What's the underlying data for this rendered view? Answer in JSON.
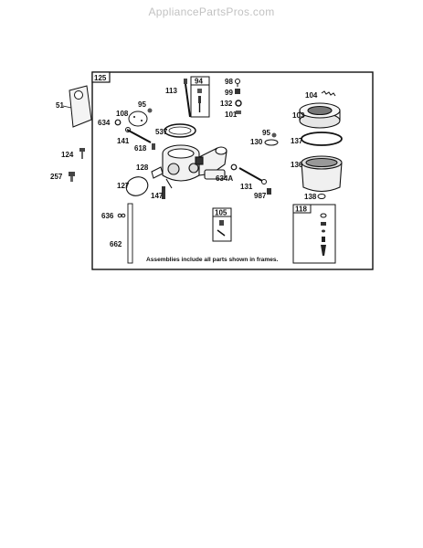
{
  "watermark": "AppliancePartsPros.com",
  "main_frame_label": "125",
  "sub_frames": {
    "f94": "94",
    "f105": "105",
    "f118": "118"
  },
  "note": "Assemblies include all parts shown in frames.",
  "parts": {
    "p51": "51",
    "p124": "124",
    "p257": "257",
    "p95a": "95",
    "p108": "108",
    "p634": "634",
    "p141": "141",
    "p618": "618",
    "p113": "113",
    "p537": "537",
    "p98": "98",
    "p99": "99",
    "p132": "132",
    "p101": "101",
    "p104": "104",
    "p103": "103",
    "p95b": "95",
    "p130": "130",
    "p137": "137",
    "p136": "136",
    "p128": "128",
    "p127": "127",
    "p147": "147",
    "p634A": "634A",
    "p131": "131",
    "p987": "987",
    "p138": "138",
    "p636": "636",
    "p662": "662"
  }
}
